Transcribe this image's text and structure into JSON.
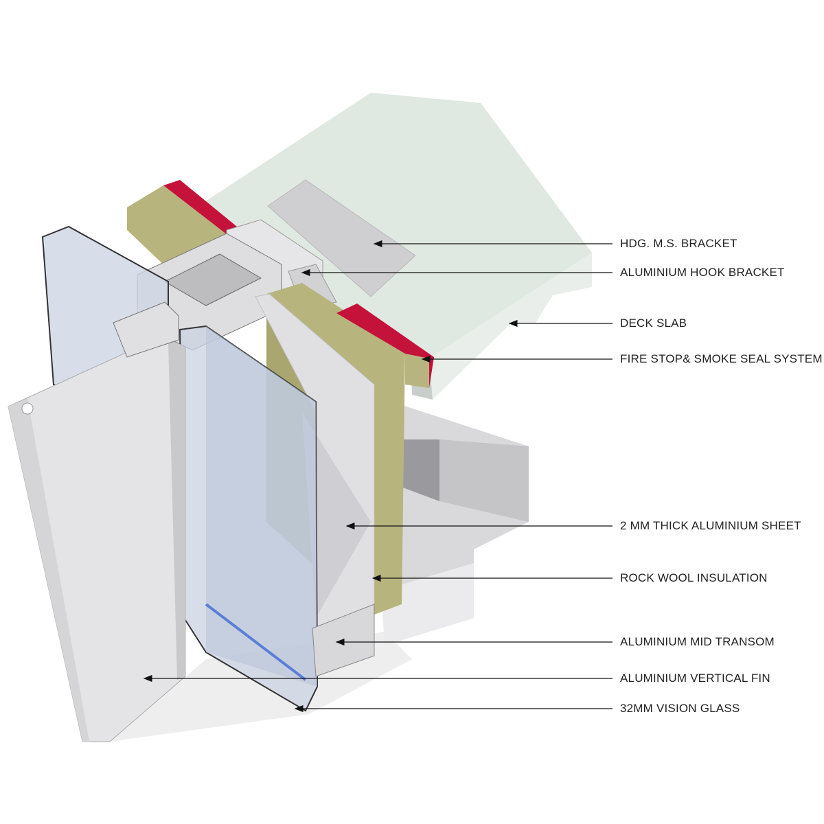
{
  "diagram": {
    "labels": [
      {
        "text": "HDG. M.S. BRACKET"
      },
      {
        "text": "ALUMINIUM HOOK BRACKET"
      },
      {
        "text": "DECK SLAB"
      },
      {
        "text": "FIRE STOP& SMOKE SEAL SYSTEM"
      },
      {
        "text": "2 MM THICK ALUMINIUM SHEET"
      },
      {
        "text": "ROCK WOOL INSULATION"
      },
      {
        "text": "ALUMINIUM MID TRANSOM"
      },
      {
        "text": "ALUMINIUM VERTICAL FIN"
      },
      {
        "text": "32MM VISION GLASS"
      }
    ],
    "colors": {
      "slab": "#dfe8e1",
      "rockwool": "#b7b47e",
      "fireseal": "#c4123a",
      "aluminium": "#e4e4e6",
      "glass": "#c9d3e2"
    }
  }
}
